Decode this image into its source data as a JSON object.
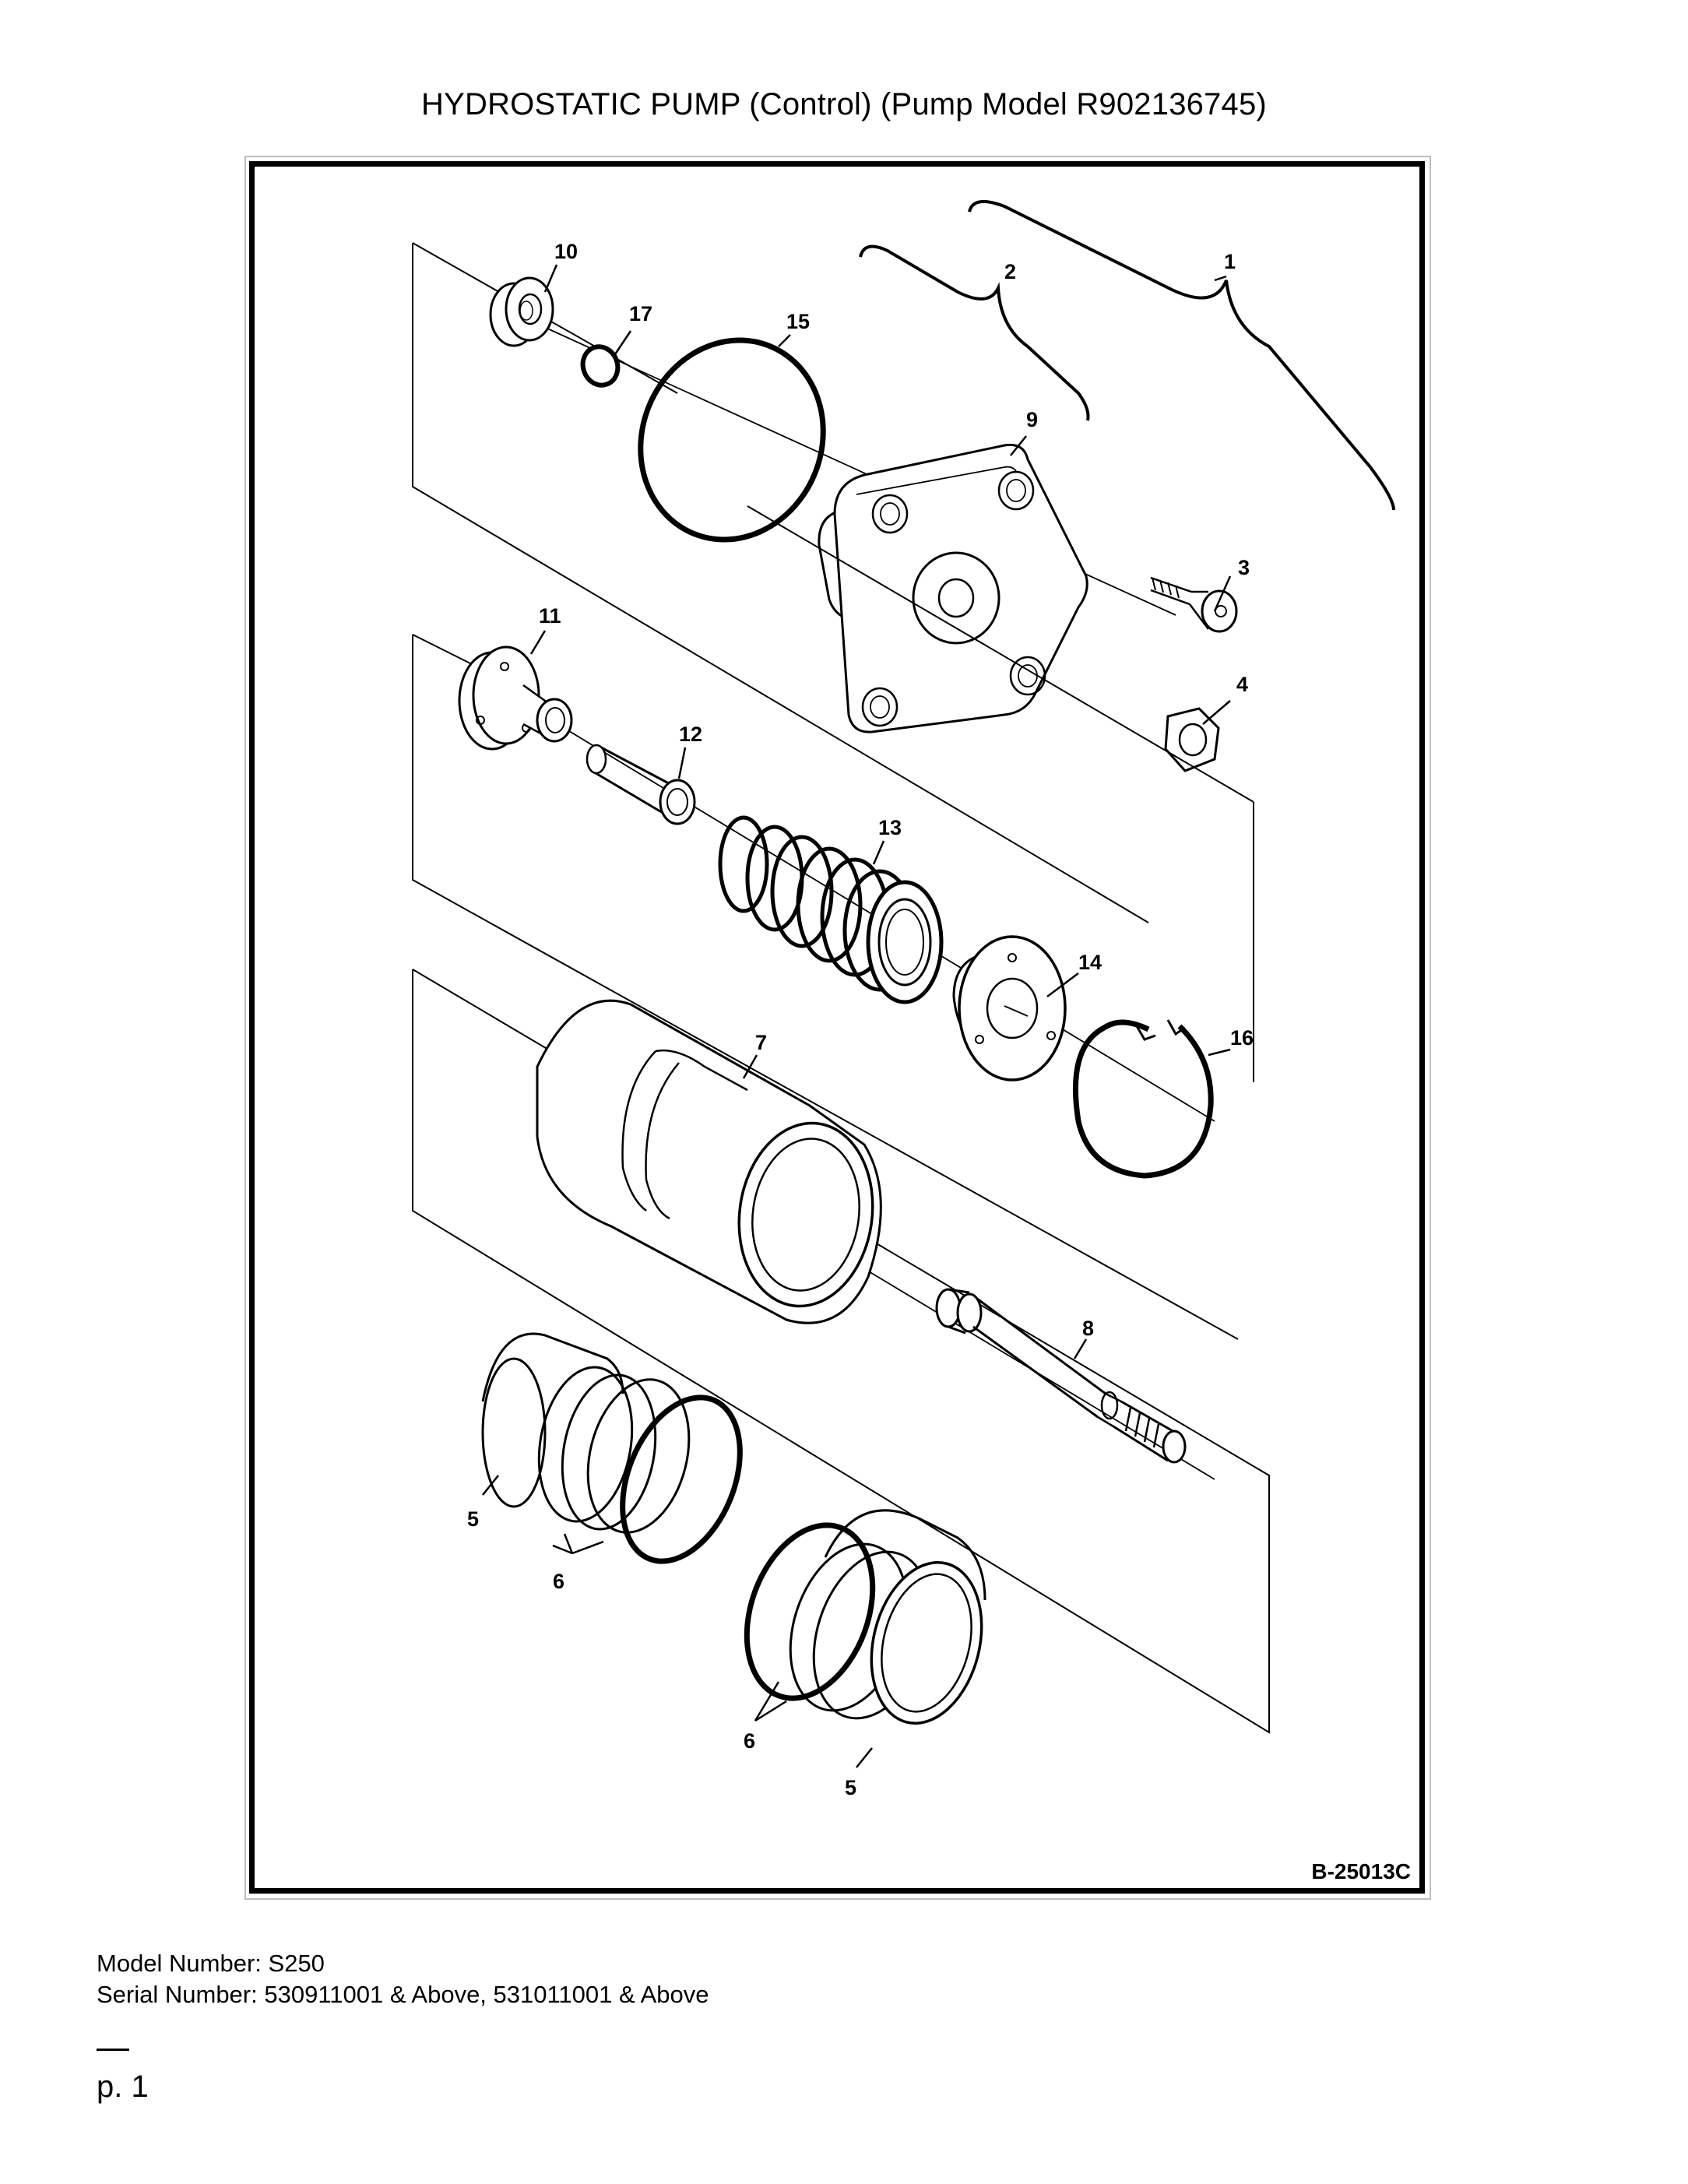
{
  "header": {
    "title": "HYDROSTATIC PUMP (Control) (Pump Model R902136745)"
  },
  "diagram": {
    "figure_id": "B-25013C",
    "callouts": {
      "c1": "1",
      "c2": "2",
      "c3": "3",
      "c4": "4",
      "c5a": "5",
      "c5b": "5",
      "c6a": "6",
      "c6b": "6",
      "c7": "7",
      "c8": "8",
      "c9": "9",
      "c10": "10",
      "c11": "11",
      "c12": "12",
      "c13": "13",
      "c14": "14",
      "c15": "15",
      "c16": "16",
      "c17": "17"
    }
  },
  "footer": {
    "model_number": "Model Number: S250",
    "serial_number": "Serial Number: 530911001 & Above, 531011001 & Above",
    "page": "p. 1"
  }
}
